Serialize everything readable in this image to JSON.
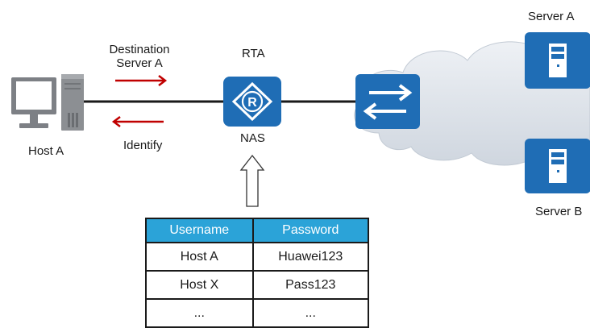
{
  "labels": {
    "server_a": "Server A",
    "server_b": "Server B",
    "rta": "RTA",
    "nas": "NAS",
    "host_a": "Host A",
    "destination_line1": "Destination",
    "destination_line2": "Server A",
    "identify": "Identify"
  },
  "table": {
    "headers": [
      "Username",
      "Password"
    ],
    "rows": [
      [
        "Host A",
        "Huawei123"
      ],
      [
        "Host X",
        "Pass123"
      ],
      [
        "...",
        "..."
      ]
    ]
  },
  "colors": {
    "device_blue": "#1f6db5",
    "arrow_red": "#c00000",
    "cloud_gray": "#dbe1e8",
    "table_header": "#2ba3d8"
  },
  "icons": [
    "host-computer-icon",
    "router-icon",
    "switch-icon",
    "server-icon",
    "cloud-icon",
    "hollow-up-arrow-icon"
  ]
}
